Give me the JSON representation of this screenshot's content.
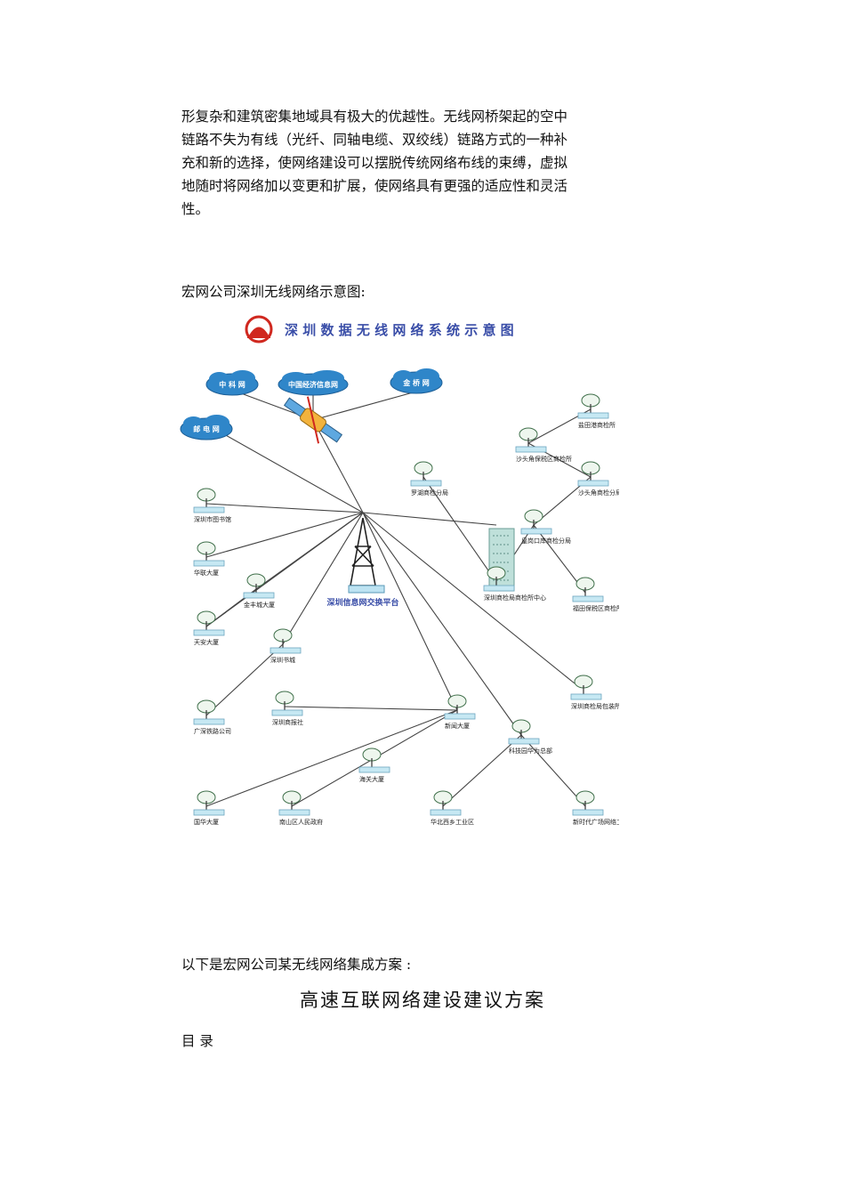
{
  "paragraph_lines": [
    "形复杂和建筑密集地域具有极大的优越性。无线网桥架起的空中",
    "链路不失为有线（光纤、同轴电缆、双绞线）链路方式的一种补",
    "充和新的选择，使网络建设可以摆脱传统网络布线的束缚，虚拟",
    "地随时将网络加以变更和扩展，使网络具有更强的适应性和灵活",
    "性。"
  ],
  "figure_caption": "宏网公司深圳无线网络示意图:",
  "diagram": {
    "title": "深 圳 数 据 无 线 网 络 系 统 示 意 图",
    "clouds": [
      "中 科 网",
      "中国经济信息网",
      "金 桥 网",
      "邮 电 网"
    ],
    "hub_label": "深圳信息网交换平台",
    "nodes": [
      "深圳市图书馆",
      "华联大厦",
      "金丰城大厦",
      "天安大厦",
      "深圳书城",
      "广深铁路公司",
      "深圳商报社",
      "新闻大厦",
      "海关大厦",
      "国华大厦",
      "南山区人民政府",
      "华北西乡工业区",
      "新时代广场网络工程部",
      "科技园华为总部",
      "深圳商检局包装所",
      "福田保税区商检所",
      "深圳商检局商检所中心",
      "皇岗口岸商检分局",
      "罗湖商检分局",
      "沙头角保税区商检所",
      "沙头角商检分局",
      "盐田港商检所"
    ]
  },
  "intro_line": "以下是宏网公司某无线网络集成方案 :",
  "doc_title": "高速互联网络建设建议方案",
  "toc_label": "目  录",
  "colors": {
    "link_line": "#444444",
    "cloud_fill": "#2f86c9",
    "title_text": "#3a4ea8",
    "logo_red": "#d0281f"
  }
}
